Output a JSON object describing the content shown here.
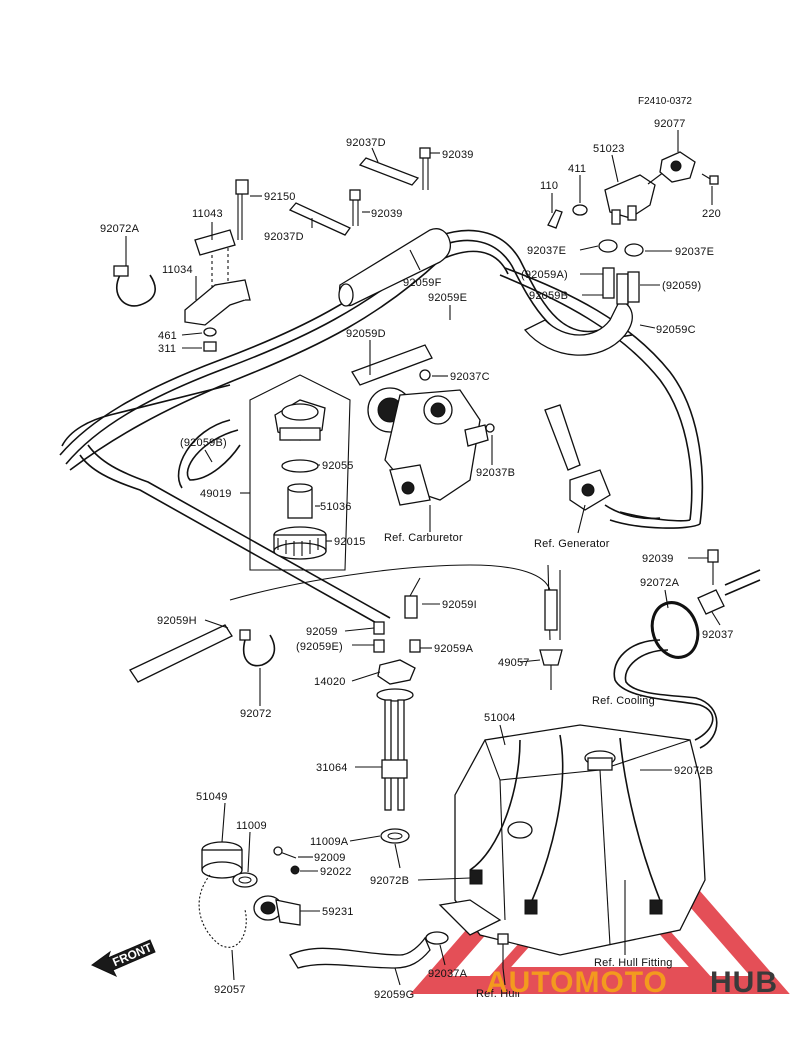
{
  "figure_code": "F2410-0372",
  "callouts": {
    "c92077": "92077",
    "c51023": "51023",
    "c411": "411",
    "c110": "110",
    "c220": "220",
    "c92037E_l": "92037E",
    "c92037E_r": "92037E",
    "c92059A_p": "(92059A)",
    "c92059_p": "(92059)",
    "c92059B": "92059B",
    "c92059C": "92059C",
    "c92037D_top": "92037D",
    "c92039_top": "92039",
    "c92150": "92150",
    "c92039_mid": "92039",
    "c92037D_mid": "92037D",
    "c11043": "11043",
    "c92072A_left": "92072A",
    "c11034": "11034",
    "c461": "461",
    "c311": "311",
    "c92059F": "92059F",
    "c92059E": "92059E",
    "c92059D": "92059D",
    "c92037C": "92037C",
    "c92059B_p": "(92059B)",
    "c92055": "92055",
    "c49019": "49019",
    "c51036": "51036",
    "c92015": "92015",
    "c92037B": "92037B",
    "ref_carburetor": "Ref. Carburetor",
    "ref_generator": "Ref. Generator",
    "c92039_right": "92039",
    "c92072A_right": "92072A",
    "c92037": "92037",
    "c92059I": "92059I",
    "c92059H": "92059H",
    "c92059_mid": "92059",
    "c92059E_p": "(92059E)",
    "c92059A": "92059A",
    "c49057": "49057",
    "ref_cooling": "Ref. Cooling",
    "c92072": "92072",
    "c14020": "14020",
    "c51004": "51004",
    "c92072B_right": "92072B",
    "c31064": "31064",
    "c51049": "51049",
    "c11009": "11009",
    "c11009A": "11009A",
    "c92009": "92009",
    "c92022": "92022",
    "c92072B_mid": "92072B",
    "c59231": "59231",
    "c92057": "92057",
    "c92059G": "92059G",
    "c92037A": "92037A",
    "ref_hull_fitting": "Ref. Hull Fitting",
    "ref_hull": "Ref. Hull"
  },
  "front_arrow": "FRONT",
  "watermark": {
    "part1": "AUTOMOTO",
    "part2": "HUB",
    "accent": "#f39a1e",
    "triangle": "#e0313a"
  }
}
